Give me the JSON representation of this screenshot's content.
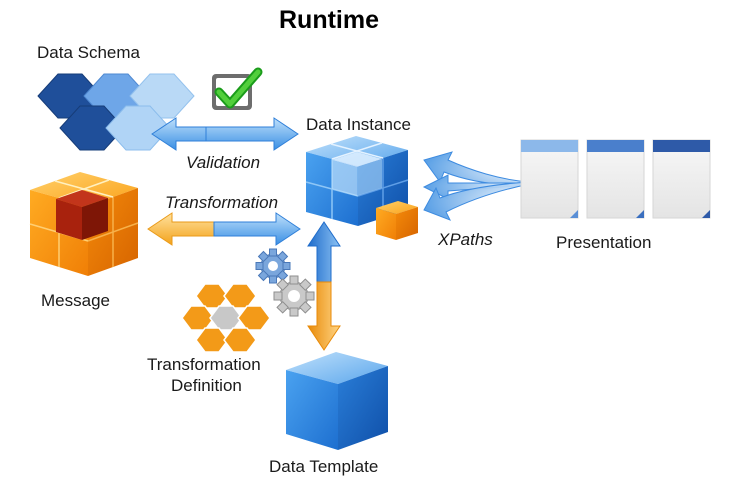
{
  "title": "Runtime",
  "nodes": {
    "data_schema": "Data Schema",
    "data_instance": "Data Instance",
    "message": "Message",
    "presentation": "Presentation",
    "transformation_definition_line1": "Transformation",
    "transformation_definition_line2": "Definition",
    "data_template": "Data Template"
  },
  "edges": {
    "validation": "Validation",
    "transformation": "Transformation",
    "xpaths": "XPaths"
  },
  "icons": {
    "schema": "blue-hexagon-cluster-icon",
    "validation": "checkbox-checkmark-icon",
    "instance": "blue-cube-stack-icon",
    "message": "orange-cube-stack-icon",
    "presentation": "document-pages-icon",
    "transformation_definition": "orange-hexagon-cluster-icon",
    "gears": "gears-icon",
    "template": "blue-cube-icon"
  },
  "colors": {
    "blue": "#2f7fd8",
    "light_blue": "#9ec9f0",
    "orange": "#f08a0c",
    "green_check": "#2bb02b"
  }
}
